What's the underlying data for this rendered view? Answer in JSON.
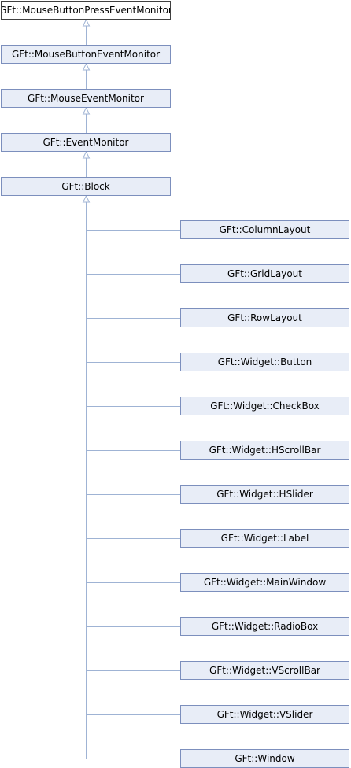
{
  "colors": {
    "edge": "#9fb3d4",
    "node_fill": "#e8edf7",
    "node_border": "#7c8fbd",
    "root_fill": "#ffffff",
    "root_border": "#404040"
  },
  "chain": [
    {
      "label": "GFt::MouseButtonPressEventMonitor",
      "highlighted": true
    },
    {
      "label": "GFt::MouseButtonEventMonitor"
    },
    {
      "label": "GFt::MouseEventMonitor"
    },
    {
      "label": "GFt::EventMonitor"
    },
    {
      "label": "GFt::Block"
    }
  ],
  "children": [
    {
      "label": "GFt::ColumnLayout"
    },
    {
      "label": "GFt::GridLayout"
    },
    {
      "label": "GFt::RowLayout"
    },
    {
      "label": "GFt::Widget::Button"
    },
    {
      "label": "GFt::Widget::CheckBox"
    },
    {
      "label": "GFt::Widget::HScrollBar"
    },
    {
      "label": "GFt::Widget::HSlider"
    },
    {
      "label": "GFt::Widget::Label"
    },
    {
      "label": "GFt::Widget::MainWindow"
    },
    {
      "label": "GFt::Widget::RadioBox"
    },
    {
      "label": "GFt::Widget::VScrollBar"
    },
    {
      "label": "GFt::Widget::VSlider"
    },
    {
      "label": "GFt::Window"
    }
  ]
}
